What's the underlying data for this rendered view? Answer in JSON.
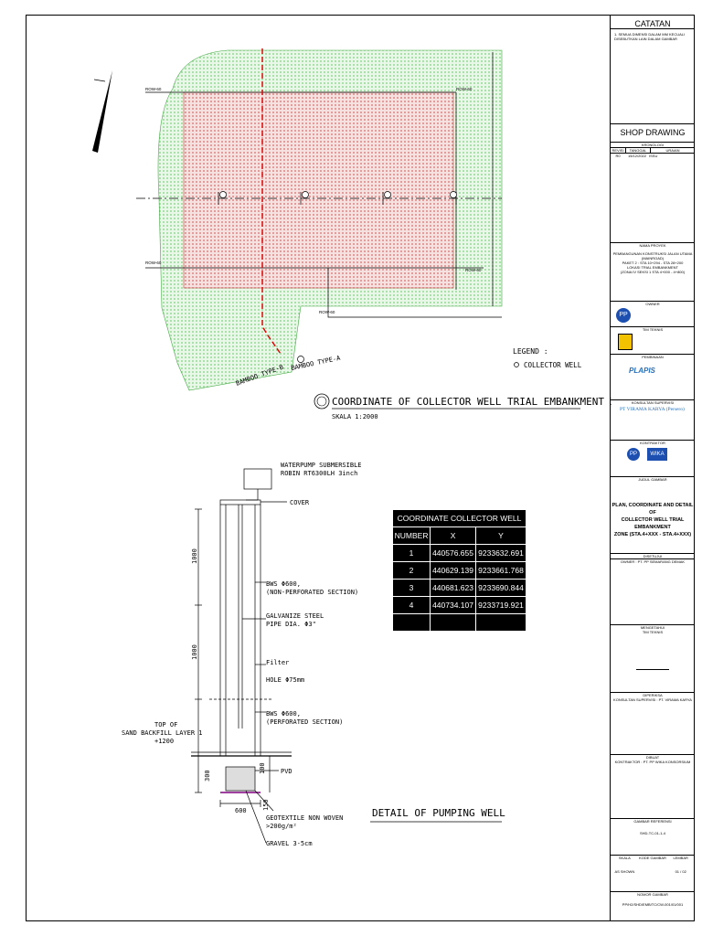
{
  "notes": {
    "title": "CATATAN",
    "note1": "1. SEMUA DIMENSI DALAM MM KECUALI DISEBUTKAN LAIN DALAM GAMBAR"
  },
  "shop": {
    "title": "SHOP DRAWING",
    "kronologi": "KRONOLOGI",
    "cols": [
      "REVISI",
      "TANGGAL",
      "URAIAN"
    ],
    "rev": "R0",
    "date": "15/12/2022",
    "desc": "ISSU"
  },
  "project": {
    "label": "NAMA PROYEK",
    "line1": "PEMBANGUNAN KONSTRUKSI JALAN UTAMA (MAINROAD)",
    "line2": "PAKET 2 : STA 10+294 - STA 28+200",
    "line3": "LOKASI TRIAL EMBANKMENT",
    "line4": "(ZONA IV SEKSI 1 STA 4+000 - 4+800)"
  },
  "roles": {
    "owner": "OWNER",
    "tim": "TIM TEKNIS",
    "pembinaan": "PEMBINAAN",
    "konsultan": "KONSULTAN SUPERVISI",
    "kontraktor": "KONTRAKTOR",
    "judul": "JUDUL GAMBAR"
  },
  "logos": {
    "pp": "PP",
    "plapis": "PLAPIS",
    "virama": "PT VIRAMA KARYA (Persero)",
    "wika": "WIKA"
  },
  "drawing_title": {
    "line1": "PLAN, COORDINATE AND DETAIL OF",
    "line2": "COLLECTOR WELL TRIAL EMBANKMENT",
    "line3": "ZONE (STA.4+XXX - STA.4+XXX)"
  },
  "approval": {
    "disetujui": "DISETUJUI",
    "disetujui_by": "OWNER : PT. PP SEMARANG DEMAK",
    "mengetahui": "MENGETAHUI",
    "mengetahui_by": "TIM TEKNIS",
    "diperiksa": "DIPERIKSA",
    "diperiksa_by": "KONSULTAN SUPERVISI : PT. VIRAMA KARYA",
    "dibuat": "DIBUAT",
    "dibuat_by": "KONTRAKTOR : PT. PP WIKA KONSORSIUM",
    "referensi": "GAMBAR REFERENSI",
    "ref_no": "SHD-TC-01-1-4",
    "scale_label": "SKALA",
    "kode_label": "KODE GAMBAR",
    "lembar_label": "LEMBAR",
    "scale": "AS SHOWN",
    "sheet": "01 / 02",
    "nomor_label": "NOMOR GAMBAR",
    "nomor": "PP/H2/SHD/EMB/TC/CW-001/01/001"
  },
  "plan": {
    "north": "N",
    "legend_title": "LEGEND :",
    "legend_item": "COLLECTOR WELL",
    "title": "COORDINATE OF COLLECTOR WELL TRIAL EMBANKMENT ZONE",
    "scale": "SKALA 1:2000",
    "bamboo_a": "BAMBOO TYPE-A",
    "bamboo_b": "BAMBOO TYPE-B",
    "row60": "ROW-60"
  },
  "detail": {
    "title": "DETAIL OF PUMPING WELL",
    "pump": "WATERPUMP SUBMERSIBLE",
    "pump2": "ROBIN RT6300LH 3inch",
    "cover": "COVER",
    "bws1": "BWS Φ600,",
    "bws1b": "(NON-PERFORATED SECTION)",
    "pipe": "GALVANIZE STEEL",
    "pipe2": "PIPE DIA. Φ3\"",
    "filter": "Filter",
    "hole": "HOLE Φ75mm",
    "bws2": "BWS Φ600,",
    "bws2b": "(PERFORATED SECTION)",
    "sand1": "TOP OF",
    "sand2": "SAND BACKFILL LAYER 1",
    "sand3": "+1200",
    "pvd": "PVD",
    "geo": "GEOTEXTILE NON WOVEN",
    "geo2": ">200g/m²",
    "gravel": "GRAVEL 3-5cm",
    "dim1000a": "1000",
    "dim1000b": "1000",
    "dim300": "300",
    "dim150": "150",
    "dim600": "600",
    "dim100": "100"
  },
  "table": {
    "title": "COORDINATE COLLECTOR WELL",
    "headers": [
      "NUMBER",
      "X",
      "Y"
    ],
    "rows": [
      [
        "1",
        "440576.655",
        "9233632.691"
      ],
      [
        "2",
        "440629.139",
        "9233661.768"
      ],
      [
        "3",
        "440681.623",
        "9233690.844"
      ],
      [
        "4",
        "440734.107",
        "9233719.921"
      ]
    ]
  }
}
